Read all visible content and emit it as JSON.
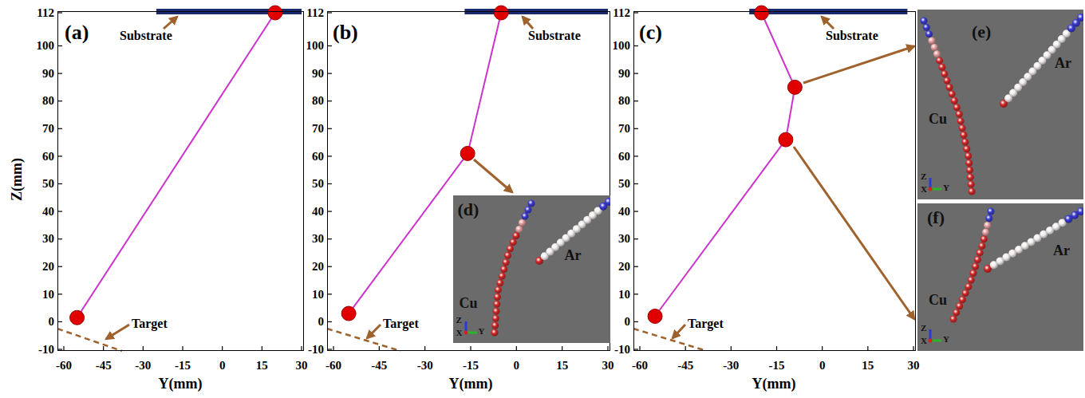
{
  "diagram": {
    "nodes": [
      {
        "text": [
          "(a)"
        ]
      },
      {
        "text": [
          "(b)"
        ]
      },
      {
        "text": [
          "(d)",
          "Cu",
          "Ar",
          "Z",
          "X",
          "Y"
        ],
        "in": 1
      },
      {
        "text": [
          "(c)"
        ]
      },
      {
        "text": [
          "(e)",
          "Cu",
          "Ar",
          "Z",
          "X",
          "Y"
        ]
      },
      {
        "text": [
          "(f)",
          "Cu",
          "Ar",
          "Z",
          "X",
          "Y"
        ]
      }
    ],
    "labels": [
      "112",
      "100",
      "90",
      "80",
      "70",
      "60",
      "50",
      "40",
      "30",
      "20",
      "10",
      "0",
      "-10",
      "-60",
      "-45",
      "-30",
      "-15",
      "0",
      "15",
      "30",
      "Z(mm)",
      "Y(mm)",
      "Substrate",
      "Target",
      "112",
      "100",
      "90",
      "80",
      "70",
      "60",
      "50",
      "40",
      "30",
      "20",
      "10",
      "0",
      "-10",
      "-60",
      "-45",
      "-30",
      "-15",
      "0",
      "15",
      "30",
      "Y(mm)",
      "Substrate",
      "Target",
      "112",
      "100",
      "90",
      "80",
      "70",
      "60",
      "50",
      "40",
      "30",
      "20",
      "10",
      "0",
      "-10",
      "-60",
      "-45",
      "-30",
      "-15",
      "0",
      "15",
      "30",
      "Y(mm)",
      "Substrate",
      "Target"
    ]
  }
}
